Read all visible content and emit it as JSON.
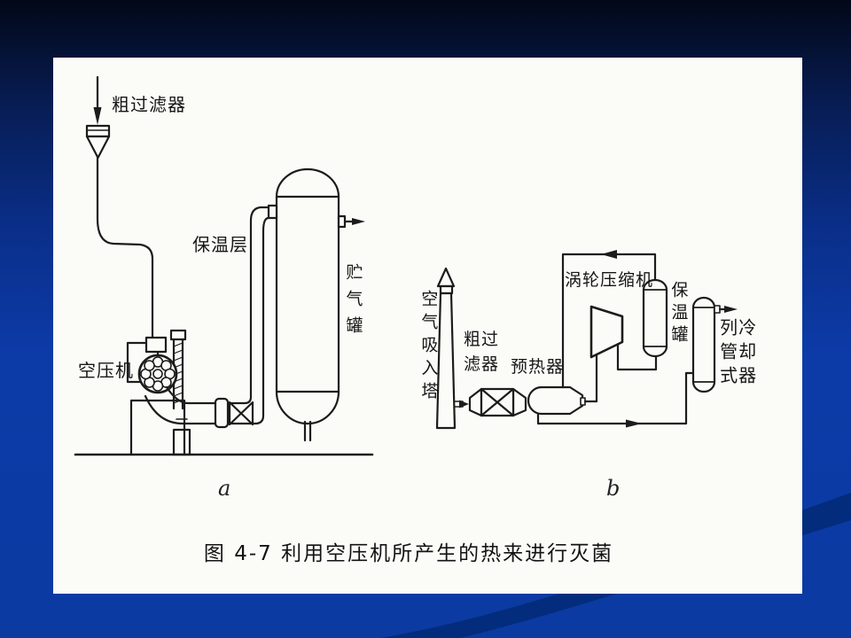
{
  "slide": {
    "background_top_color": "#020818",
    "background_main_color": "#0b3aa1",
    "swoosh_color": "#032c7c",
    "paper_color": "#fbfbf8",
    "line_color": "#1c1c1c"
  },
  "figure": {
    "caption": "图 4-7  利用空压机所产生的热来进行灭菌",
    "sub_label_a": "a",
    "sub_label_b": "b",
    "diagram_a": {
      "coarse_filter": "粗过滤器",
      "insulation_layer": "保温层",
      "air_compressor": "空压机",
      "gas_storage_tank": "贮气罐"
    },
    "diagram_b": {
      "air_intake_tower": "空气吸入塔",
      "coarse_filter_line1": "粗过",
      "coarse_filter_line2": "滤器",
      "preheater": "预热器",
      "turbo_compressor": "涡轮压缩机",
      "insulated_tank": "保温罐",
      "tube_cooler_col1": "列管式",
      "tube_cooler_col2": "冷却器"
    }
  }
}
